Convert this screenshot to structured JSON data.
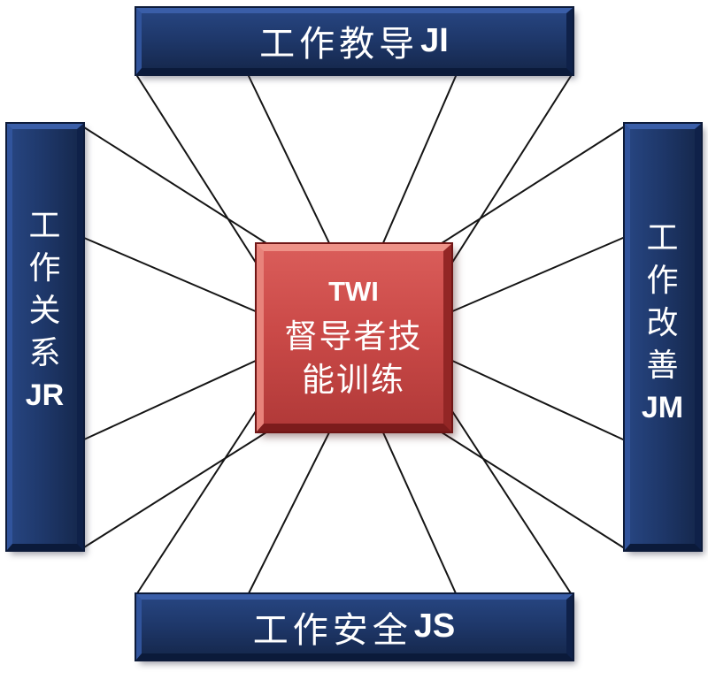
{
  "diagram": {
    "center_box": {
      "lines": [
        "TWI",
        "督导者技",
        "能训练"
      ]
    },
    "top_bar": {
      "text": "工作教导",
      "code": "JI"
    },
    "bottom_bar": {
      "text": "工作安全",
      "code": "JS"
    },
    "left_bar": {
      "chars": [
        "工",
        "作",
        "关",
        "系"
      ],
      "code": "JR"
    },
    "right_bar": {
      "chars": [
        "工",
        "作",
        "改",
        "善"
      ],
      "code": "JM"
    },
    "colors": {
      "bar_navy": "#1e3769",
      "bar_bevel_light": "#3a5ea8",
      "box_red": "#cb4a48",
      "box_bevel_light": "#ee9288",
      "line_black": "#151515",
      "text_white": "#ffffff",
      "background": "#ffffff"
    },
    "connectors": [
      [
        155,
        86,
        291,
        300
      ],
      [
        281,
        86,
        373,
        277
      ],
      [
        515,
        86,
        432,
        277
      ],
      [
        645,
        86,
        509,
        300
      ],
      [
        155,
        671,
        291,
        462
      ],
      [
        281,
        671,
        373,
        487
      ],
      [
        515,
        671,
        432,
        487
      ],
      [
        645,
        671,
        509,
        462
      ],
      [
        95,
        144,
        304,
        277
      ],
      [
        95,
        269,
        291,
        353
      ],
      [
        95,
        497,
        291,
        407
      ],
      [
        95,
        619,
        304,
        487
      ],
      [
        704,
        144,
        496,
        277
      ],
      [
        704,
        269,
        509,
        353
      ],
      [
        704,
        497,
        509,
        407
      ],
      [
        704,
        619,
        496,
        487
      ]
    ]
  }
}
